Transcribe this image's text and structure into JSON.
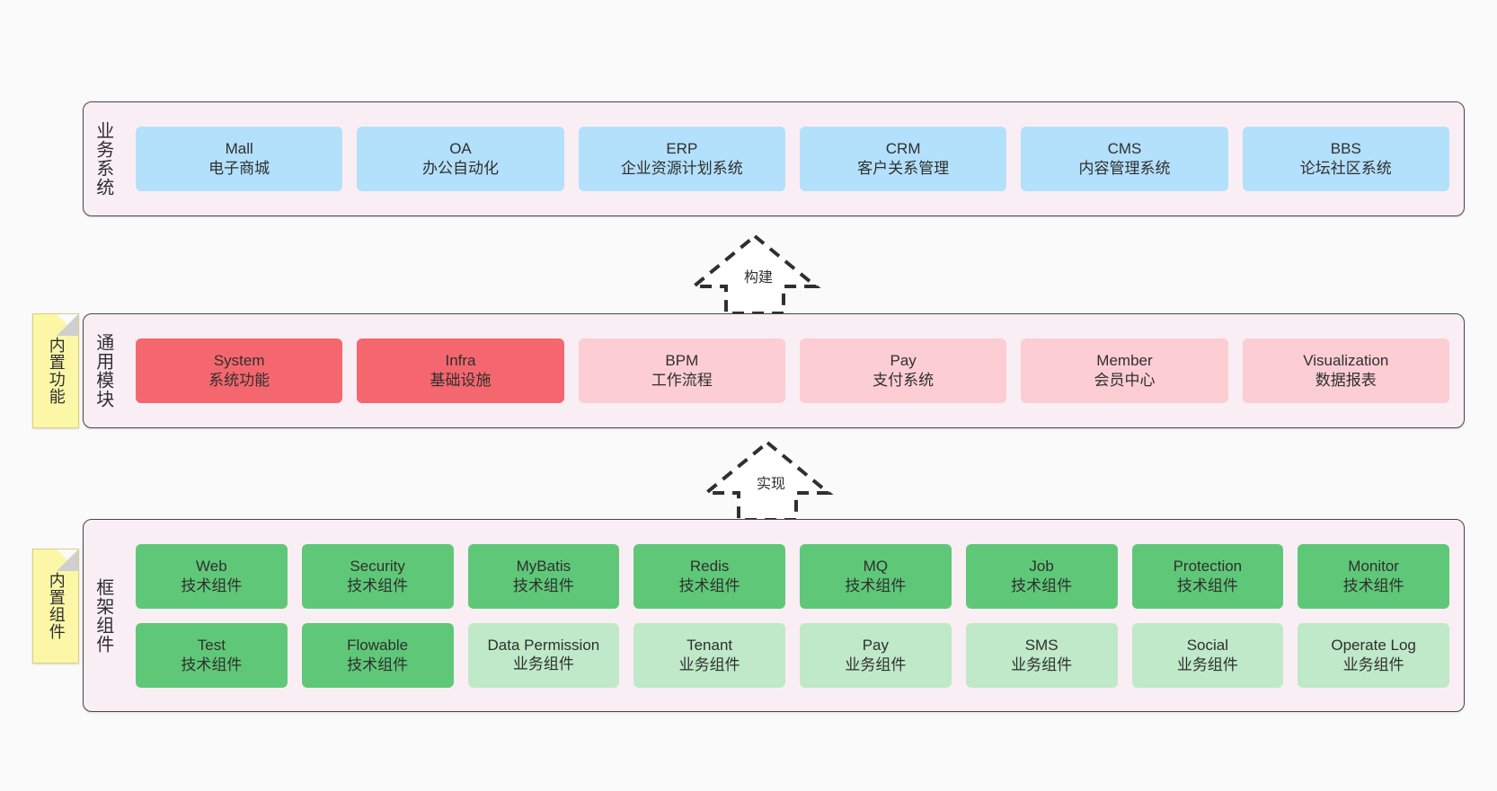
{
  "diagram": {
    "background_color": "#fafafa",
    "layer_bg_color": "#faeef5",
    "layer_border_color": "#4a4453",
    "sticky_color": "#fbf7a6"
  },
  "layers": [
    {
      "id": "business",
      "title": "业务系统",
      "card_color": "#b3e0fb",
      "cards": [
        {
          "en": "Mall",
          "cn": "电子商城",
          "color": "#b3e0fb"
        },
        {
          "en": "OA",
          "cn": "办公自动化",
          "color": "#b3e0fb"
        },
        {
          "en": "ERP",
          "cn": "企业资源计划系统",
          "color": "#b3e0fb"
        },
        {
          "en": "CRM",
          "cn": "客户关系管理",
          "color": "#b3e0fb"
        },
        {
          "en": "CMS",
          "cn": "内容管理系统",
          "color": "#b3e0fb"
        },
        {
          "en": "BBS",
          "cn": "论坛社区系统",
          "color": "#b3e0fb"
        }
      ]
    },
    {
      "id": "common",
      "title": "通用模块",
      "sticky": "内置功能",
      "cards": [
        {
          "en": "System",
          "cn": "系统功能",
          "color": "#f4676e"
        },
        {
          "en": "Infra",
          "cn": "基础设施",
          "color": "#f4676e"
        },
        {
          "en": "BPM",
          "cn": "工作流程",
          "color": "#fccdd3"
        },
        {
          "en": "Pay",
          "cn": "支付系统",
          "color": "#fccdd3"
        },
        {
          "en": "Member",
          "cn": "会员中心",
          "color": "#fccdd3"
        },
        {
          "en": "Visualization",
          "cn": "数据报表",
          "color": "#fccdd3"
        }
      ]
    },
    {
      "id": "framework",
      "title": "框架组件",
      "sticky": "内置组件",
      "rows": [
        [
          {
            "en": "Web",
            "cn": "技术组件",
            "color": "#5fc878"
          },
          {
            "en": "Security",
            "cn": "技术组件",
            "color": "#5fc878"
          },
          {
            "en": "MyBatis",
            "cn": "技术组件",
            "color": "#5fc878"
          },
          {
            "en": "Redis",
            "cn": "技术组件",
            "color": "#5fc878"
          },
          {
            "en": "MQ",
            "cn": "技术组件",
            "color": "#5fc878"
          },
          {
            "en": "Job",
            "cn": "技术组件",
            "color": "#5fc878"
          },
          {
            "en": "Protection",
            "cn": "技术组件",
            "color": "#5fc878"
          },
          {
            "en": "Monitor",
            "cn": "技术组件",
            "color": "#5fc878"
          }
        ],
        [
          {
            "en": "Test",
            "cn": "技术组件",
            "color": "#5fc878"
          },
          {
            "en": "Flowable",
            "cn": "技术组件",
            "color": "#5fc878"
          },
          {
            "en": "Data Permission",
            "cn": "业务组件",
            "color": "#bfe9c8",
            "multiline": true
          },
          {
            "en": "Tenant",
            "cn": "业务组件",
            "color": "#bfe9c8"
          },
          {
            "en": "Pay",
            "cn": "业务组件",
            "color": "#bfe9c8"
          },
          {
            "en": "SMS",
            "cn": "业务组件",
            "color": "#bfe9c8"
          },
          {
            "en": "Social",
            "cn": "业务组件",
            "color": "#bfe9c8"
          },
          {
            "en": "Operate Log",
            "cn": "业务组件",
            "color": "#bfe9c8"
          }
        ]
      ]
    }
  ],
  "arrows": [
    {
      "id": "build",
      "label": "构建",
      "direction": "up",
      "style": "dashed-hollow"
    },
    {
      "id": "realize",
      "label": "实现",
      "direction": "up",
      "style": "dashed-hollow"
    }
  ]
}
